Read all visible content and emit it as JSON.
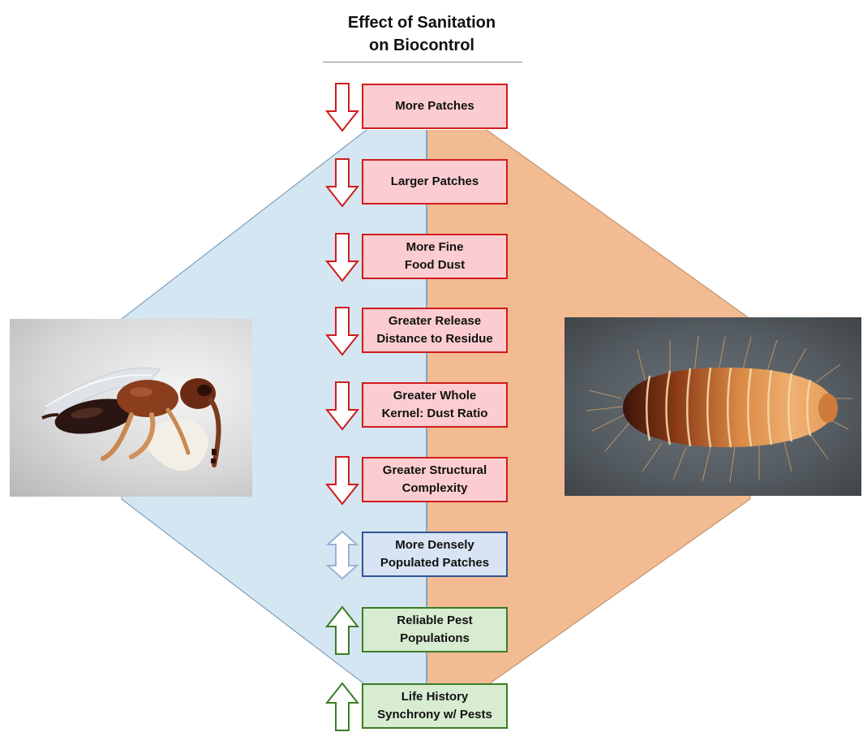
{
  "title": "Effect of Sanitation\non Biocontrol",
  "colors": {
    "left_bg": "#d4e6f2",
    "right_bg": "#f2bb91",
    "decrease_fill": "#ffffff",
    "decrease_stroke": "#d01c1c",
    "decrease_box_fill": "#fbcdd0",
    "neutral_fill": "#ffffff",
    "neutral_stroke": "#9bb0d6",
    "neutral_box_fill": "#d8e4f3",
    "neutral_box_stroke": "#2f5597",
    "increase_fill": "#ffffff",
    "increase_stroke": "#3c7d25",
    "increase_box_fill": "#d7ecd1"
  },
  "factors": [
    {
      "label": "More Patches",
      "effect": "decrease"
    },
    {
      "label": "Larger Patches",
      "effect": "decrease"
    },
    {
      "label": "More Fine\nFood Dust",
      "effect": "decrease"
    },
    {
      "label": "Greater Release\nDistance to Residue",
      "effect": "decrease"
    },
    {
      "label": "Greater Whole\nKernel: Dust Ratio",
      "effect": "decrease"
    },
    {
      "label": "Greater Structural\nComplexity",
      "effect": "decrease"
    },
    {
      "label": "More Densely\nPopulated Patches",
      "effect": "neutral"
    },
    {
      "label": "Reliable Pest\nPopulations",
      "effect": "increase"
    },
    {
      "label": "Life History\nSynchrony w/ Pests",
      "effect": "increase"
    }
  ],
  "images": {
    "left": "parasitoid-wasp-photo",
    "right": "beetle-larva-photo"
  }
}
